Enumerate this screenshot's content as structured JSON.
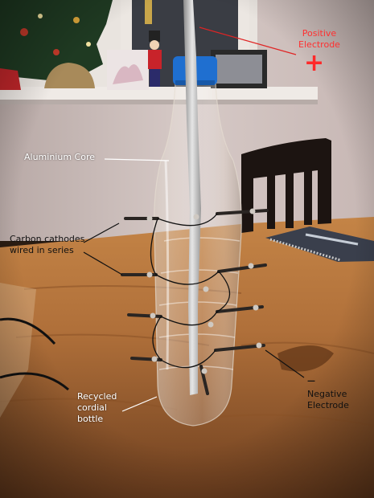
{
  "labels": {
    "positive_line1": "Positive",
    "positive_line2": "Electrode",
    "positive_symbol": "+",
    "aluminium_core": "Aluminium Core",
    "carbon_line1": "Carbon cathodes",
    "carbon_line2": "wired in series",
    "bottle_line1": "Recycled",
    "bottle_line2": "cordial",
    "bottle_line3": "bottle",
    "negative_symbol": "—",
    "negative_line1": "Negative",
    "negative_line2": "Electrode"
  },
  "colors": {
    "positive_accent": "#ff2a2a",
    "label_text": "#ffffff",
    "bottle_cap": "#1f6fd0",
    "table_wood": "#b9773f"
  }
}
